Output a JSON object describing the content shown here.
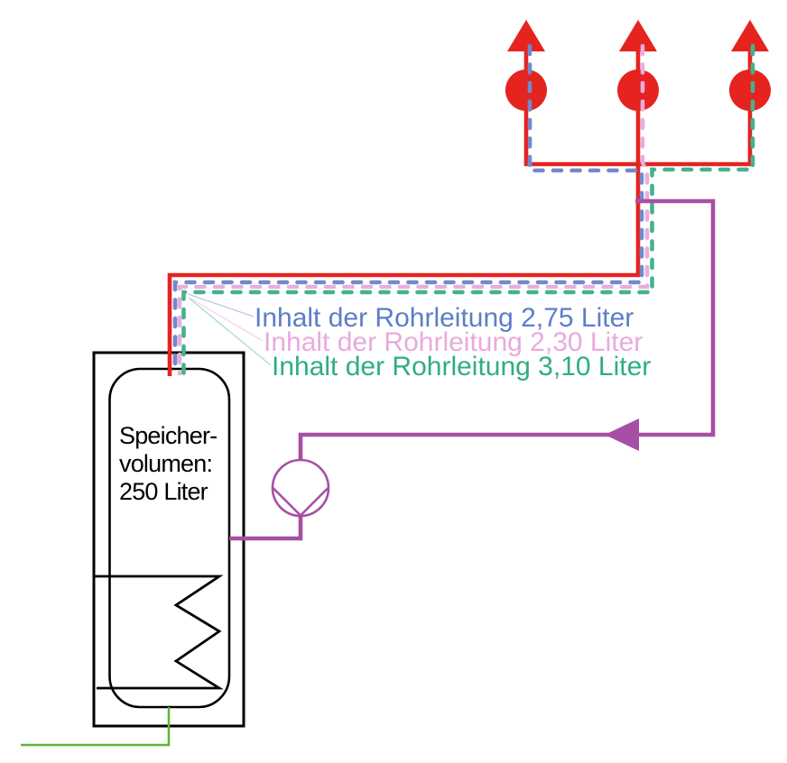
{
  "diagram": {
    "type": "hot-water-storage-and-piping-schematic",
    "tank": {
      "label_line1": "Speicher-",
      "label_line2": "volumen:",
      "label_line3": "250 Liter",
      "volume_liters": "250"
    },
    "pipes": [
      {
        "name": "pipe-blue",
        "label": "Inhalt der Rohrleitung 2,75 Liter",
        "volume_liters": "2,75",
        "color": "#7289cb",
        "text_color": "#5b7ec8",
        "leader_color": "#bcc9e9"
      },
      {
        "name": "pipe-pink",
        "label": "Inhalt der Rohrleitung 2,30 Liter",
        "volume_liters": "2,30",
        "color": "#e8aedd",
        "text_color": "#e9aade",
        "leader_color": "#f3d2ec"
      },
      {
        "name": "pipe-green",
        "label": "Inhalt der Rohrleitung 3,10 Liter",
        "volume_liters": "3,10",
        "color": "#45b28c",
        "text_color": "#2fae80",
        "leader_color": "#abdcc9"
      }
    ],
    "colors": {
      "hot_water": "#e5231f",
      "circulation": "#a74fa4",
      "cold_water": "#5cb637",
      "tank_outline": "#000000"
    },
    "symbols": {
      "tap_count": 3,
      "pump": "circulation-pump"
    }
  }
}
